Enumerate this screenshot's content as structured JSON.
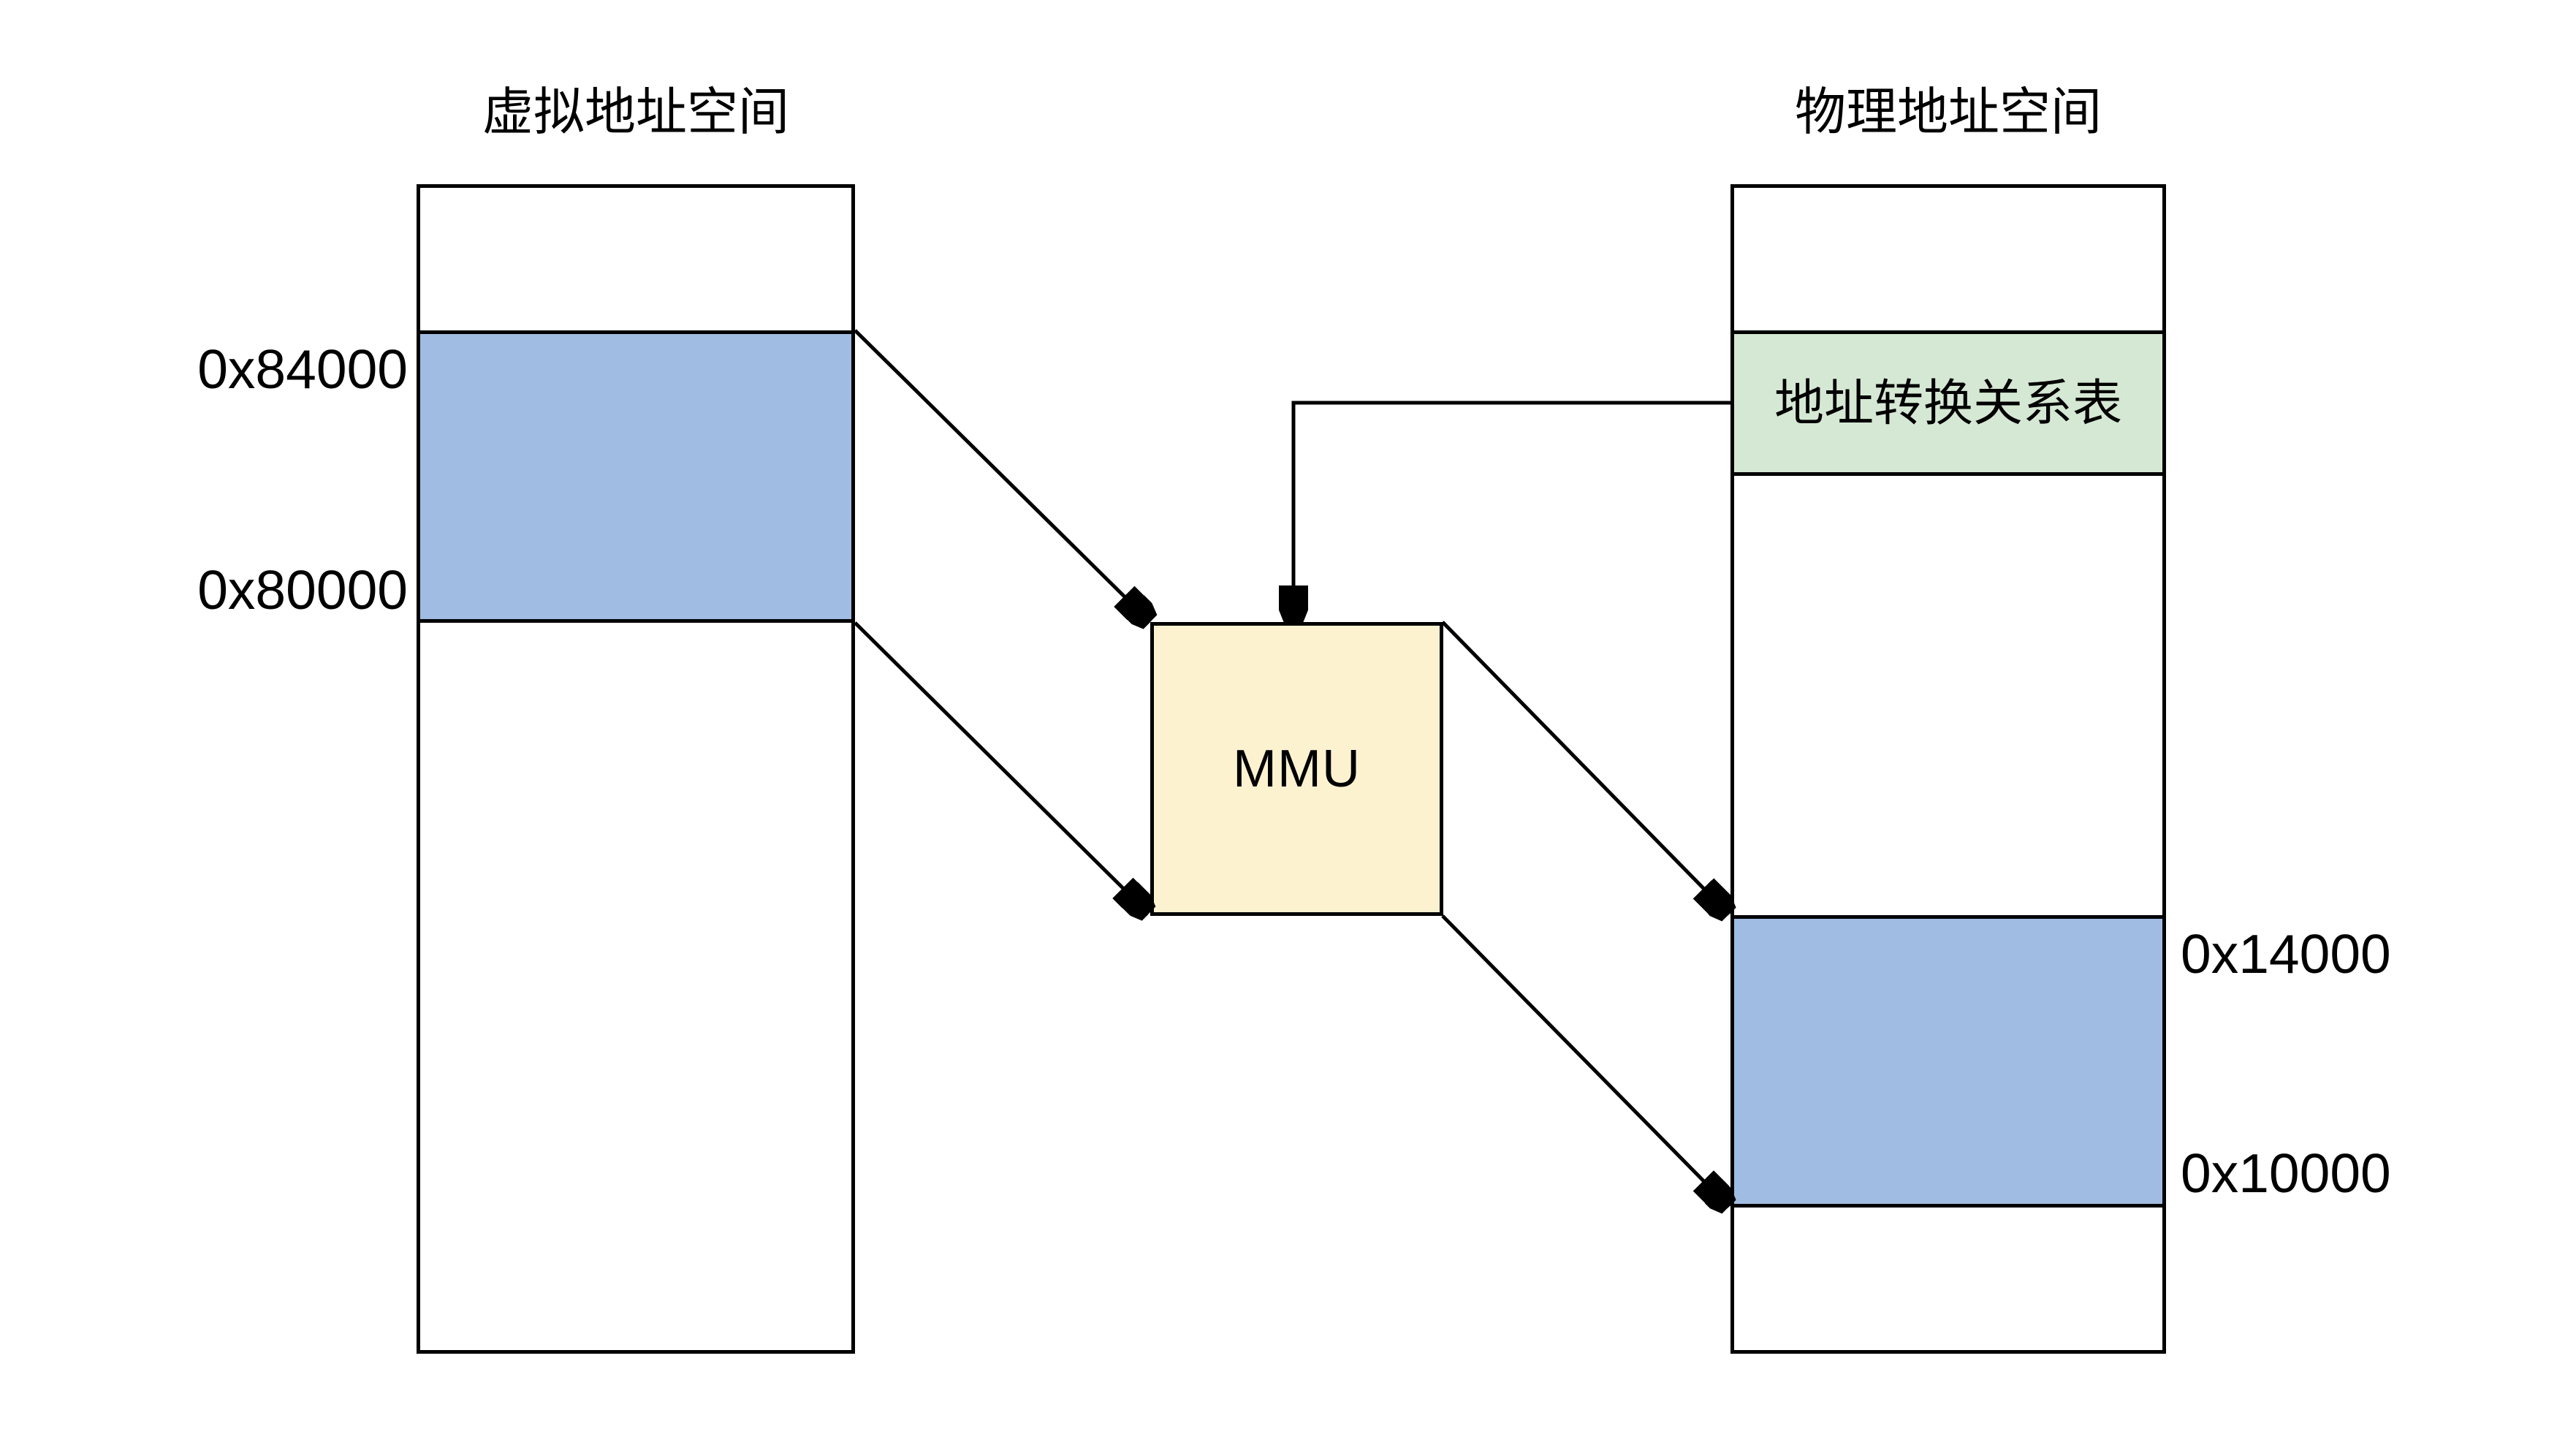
{
  "diagram": {
    "virtual_space": {
      "title": "虚拟地址空间",
      "labels": {
        "region_top": "0x84000",
        "region_bottom": "0x80000"
      }
    },
    "physical_space": {
      "title": "物理地址空间",
      "table_label": "地址转换关系表",
      "labels": {
        "region_top": "0x14000",
        "region_bottom": "0x10000"
      }
    },
    "mmu": {
      "label": "MMU"
    }
  },
  "colors": {
    "mapped_region_fill": "#a1bce2",
    "translation_table_fill": "#d5e8d4",
    "mmu_fill": "#fdf2d0",
    "border": "#000000",
    "background": "#ffffff"
  }
}
